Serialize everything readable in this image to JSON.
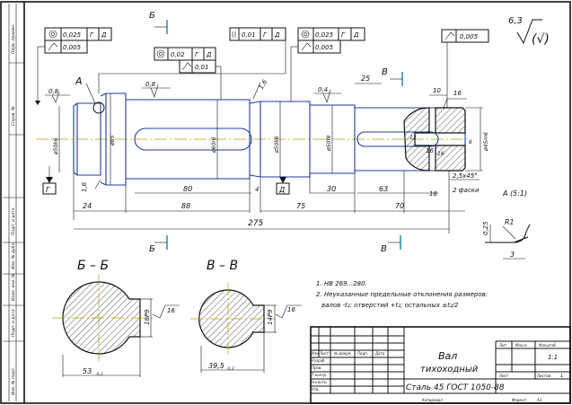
{
  "colors": {
    "line": "#111111",
    "axis": "#b8a000",
    "outline": "#1e3c9e",
    "section_mark": "#0b8fa0"
  },
  "frame_side_labels": [
    "Подп. и дата",
    "Инв. № дубл.",
    "Взам. инв. №",
    "Подп. и дата",
    "Инв. № подл.",
    "Справ. №",
    "Перв. примен."
  ],
  "surface_finish": {
    "main": "6,3",
    "paren": "(√)"
  },
  "fcf": {
    "f1_a": "0,025",
    "f1_a_ref": "Г",
    "f1_a_ref2": "Д",
    "f1_b": "0,005",
    "f2_a": "0,02",
    "f2_a_ref": "Г",
    "f2_a_ref2": "Д",
    "f2_b": "0,01",
    "f3": "0,01",
    "f3_ref": "Г",
    "f3_ref2": "Д",
    "f4_a": "0,025",
    "f4_a_ref": "Г",
    "f4_a_ref2": "Д",
    "f4_b": "0,005",
    "f5": "0,005"
  },
  "section_marks": {
    "b": "Б",
    "v": "В"
  },
  "callouts": {
    "a": "А",
    "a_detail": "А (5:1)"
  },
  "roughness": {
    "r1": "0,8",
    "r2": "0,8",
    "r3": "1,6",
    "r4": "0,4",
    "r5": "1,6",
    "r6": "1,6",
    "r7": "16",
    "r8": "16",
    "r9": "1,6"
  },
  "dims": {
    "d1": "ø50k6",
    "d2": "ø65",
    "d3": "ø60r6",
    "d4": "ø50k6",
    "d5": "ø50f9",
    "d6": "ø45m6",
    "l_80": "80",
    "l_88": "88",
    "l_24": "24",
    "l_4": "4",
    "l_75": "75",
    "l_30": "30",
    "l_63": "63",
    "l_70": "70",
    "l_18": "18",
    "l_275": "275",
    "l_25": "25",
    "l_10": "10",
    "l_6": "6",
    "l_12": "12",
    "l_16": "16",
    "chamfer": "2,5х45°",
    "chamfer_note": "2 фаски",
    "det_r": "R1",
    "det_h": "0,25",
    "det_w": "3"
  },
  "datums": {
    "g": "Г",
    "d": "Д"
  },
  "sections": {
    "bb_title": "Б – Б",
    "bb_key": "18P9",
    "bb_depth": "53",
    "bb_tol": "-0,2",
    "vv_title": "В – В",
    "vv_key": "14P9",
    "vv_depth": "39,5",
    "vv_tol": "-0,2",
    "finish": "16"
  },
  "notes": {
    "n1": "1. HB 269...280.",
    "n2": "2. Неуказанные предельные отклонения размеров:",
    "n3": "валов -t₂; отверстий +t₂; остальных ±t₂/2"
  },
  "title_block": {
    "name1": "Вал",
    "name2": "тихоходный",
    "material": "Сталь 45 ГОСТ 1050-88",
    "hdr_izm": "Изм",
    "hdr_list": "Лист",
    "hdr_doc": "№ докум.",
    "hdr_sign": "Подп.",
    "hdr_date": "Дата",
    "row_razrab": "Разраб.",
    "row_prov": "Пров.",
    "row_tkontr": "Т.контр.",
    "row_nkontr": "Н.контр.",
    "row_utv": "Утв.",
    "col_lit": "Лит.",
    "col_mass": "Масса",
    "col_scale": "Масштаб",
    "scale_val": "1:1",
    "sheet_lbl": "Лист",
    "sheets_lbl": "Листов",
    "sheets_val": "1",
    "copied": "Копировал",
    "format": "Формат",
    "format_val": "A3"
  }
}
